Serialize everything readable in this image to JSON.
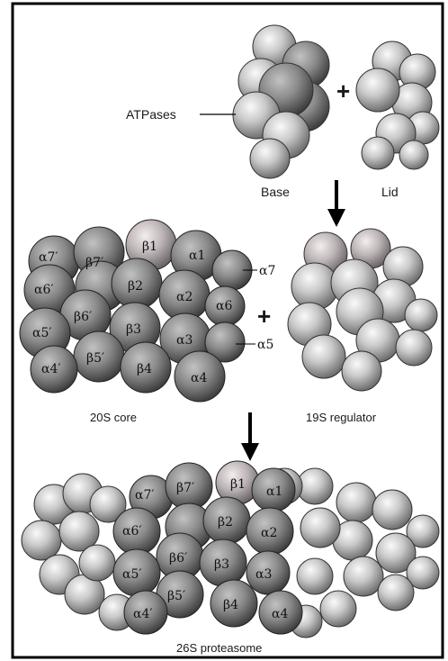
{
  "labels": {
    "atpases": "ATPases",
    "plus_top": "+",
    "base": "Base",
    "lid": "Lid",
    "plus_mid": "+",
    "core20s": "20S core",
    "reg19s": "19S regulator",
    "prot26s": "26S proteasome"
  },
  "subunits_20s": {
    "a7p": "α7′",
    "b1": "β1",
    "a1": "α1",
    "a7": "α7",
    "b7p": "β7′",
    "a6p": "α6′",
    "b2": "β2",
    "a2": "α2",
    "a6": "α6",
    "b6p": "β6′",
    "a5p": "α5′",
    "b3": "β3",
    "a3": "α3",
    "a5": "α5",
    "b5p": "β5′",
    "a4p": "α4′",
    "b4": "β4",
    "a4": "α4"
  },
  "subunits_26s": {
    "a7p": "α7′",
    "b7p": "β7′",
    "b1": "β1",
    "a1": "α1",
    "a6p": "α6′",
    "b2": "β2",
    "a2": "α2",
    "b6p": "β6′",
    "a5p": "α5′",
    "b3": "β3",
    "a3": "α3",
    "b5p": "β5′",
    "b4": "β4",
    "a4p": "α4′",
    "a4": "α4"
  },
  "colors": {
    "sphere_light": "#f2f2f2",
    "sphere_mid": "#a8a8a8",
    "sphere_dark": "#5a5a5a",
    "core_dark": "#6b6b6b",
    "border": "#000000"
  }
}
